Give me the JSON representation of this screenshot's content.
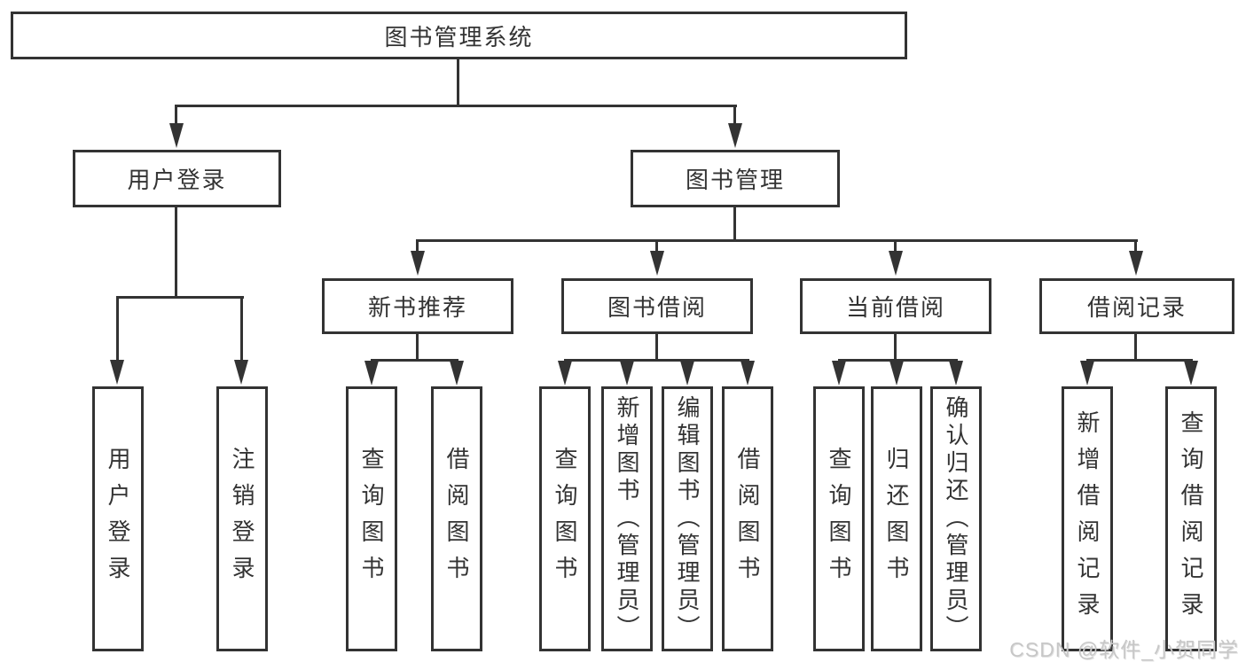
{
  "tree": {
    "label": "图书管理系统",
    "children": [
      {
        "label": "用户登录",
        "children": [
          {
            "label": "用户登录"
          },
          {
            "label": "注销登录"
          }
        ]
      },
      {
        "label": "图书管理",
        "children": [
          {
            "label": "新书推荐",
            "children": [
              {
                "label": "查询图书"
              },
              {
                "label": "借阅图书"
              }
            ]
          },
          {
            "label": "图书借阅",
            "children": [
              {
                "label": "查询图书"
              },
              {
                "label": "新增图书（管理员）"
              },
              {
                "label": "编辑图书（管理员）"
              },
              {
                "label": "借阅图书"
              }
            ]
          },
          {
            "label": "当前借阅",
            "children": [
              {
                "label": "查询图书"
              },
              {
                "label": "归还图书"
              },
              {
                "label": "确认归还（管理员）"
              }
            ]
          },
          {
            "label": "借阅记录",
            "children": [
              {
                "label": "新增借阅记录"
              },
              {
                "label": "查询借阅记录"
              }
            ]
          }
        ]
      }
    ]
  },
  "watermark": {
    "text": "CSDN @软件_小贺同学",
    "color": "#c7c7c7"
  },
  "colors": {
    "line": "#333333",
    "text": "#333333",
    "background": "#ffffff"
  }
}
